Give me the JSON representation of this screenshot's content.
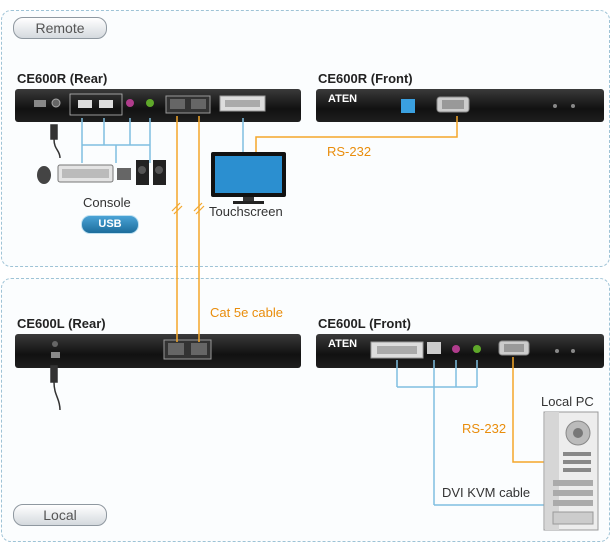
{
  "zones": {
    "remote": "Remote",
    "local": "Local"
  },
  "devices": {
    "ce600r_rear": "CE600R (Rear)",
    "ce600r_front": "CE600R (Front)",
    "ce600l_rear": "CE600L (Rear)",
    "ce600l_front": "CE600L (Front)"
  },
  "labels": {
    "console": "Console",
    "usb": "USB",
    "touchscreen": "Touchscreen",
    "rs232_remote": "RS-232",
    "cat5e": "Cat 5e cable",
    "rs232_local": "RS-232",
    "dvi_kvm": "DVI KVM cable",
    "local_pc": "Local PC"
  },
  "brand": "ATEN",
  "colors": {
    "cat_cable": "#f4a72a",
    "dvi_cable": "#7fbfe0",
    "device": "#1a1a1a",
    "zone_border": "#9ec3d6"
  }
}
